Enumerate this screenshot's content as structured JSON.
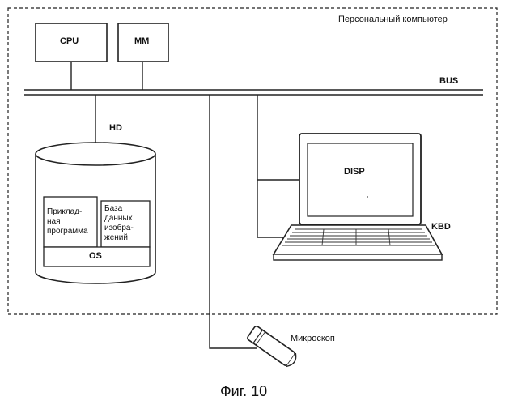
{
  "diagram": {
    "computer_label": "Персональный компьютер",
    "cpu_label": "CPU",
    "mm_label": "MM",
    "bus_label": "BUS",
    "hd_label": "HD",
    "app_label": "Приклад-\nная\nпрограмма",
    "imagedb_label": "База\nданных\nизобра-\nжений",
    "os_label": "OS",
    "disp_label": "DISP",
    "kbd_label": "KBD",
    "microscope_label": "Микроскоп",
    "caption": "Фиг. 10"
  }
}
